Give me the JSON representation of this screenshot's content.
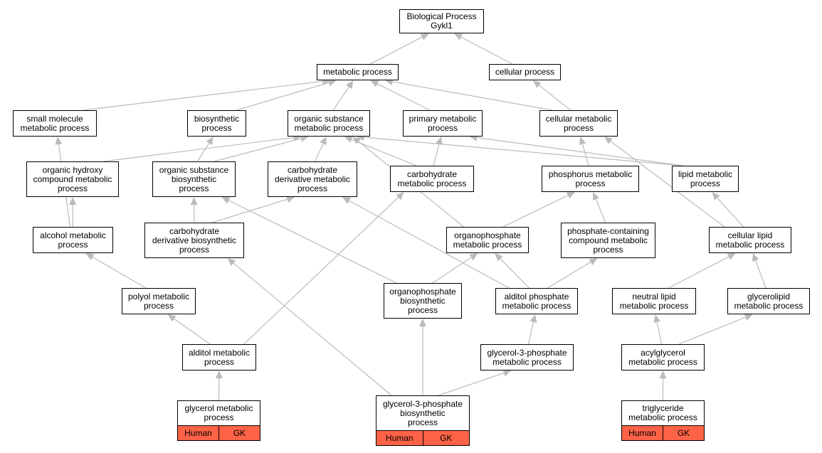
{
  "diagram": {
    "edge_color": "#bbbbbb",
    "tag_color": "#ff6347",
    "nodes": [
      {
        "id": "root",
        "label": "Biological Process\nGykl1"
      },
      {
        "id": "metabolic",
        "label": "metabolic process"
      },
      {
        "id": "cellular",
        "label": "cellular process"
      },
      {
        "id": "small_mol",
        "label": "small molecule\nmetabolic process"
      },
      {
        "id": "biosynthetic",
        "label": "biosynthetic\nprocess"
      },
      {
        "id": "org_sub_met",
        "label": "organic substance\nmetabolic process"
      },
      {
        "id": "primary_met",
        "label": "primary metabolic\nprocess"
      },
      {
        "id": "cell_met",
        "label": "cellular metabolic\nprocess"
      },
      {
        "id": "org_hydroxy",
        "label": "organic hydroxy\ncompound metabolic\nprocess"
      },
      {
        "id": "org_sub_bio",
        "label": "organic substance\nbiosynthetic\nprocess"
      },
      {
        "id": "carb_deriv_met",
        "label": "carbohydrate\nderivative metabolic\nprocess"
      },
      {
        "id": "carb_met",
        "label": "carbohydrate\nmetabolic process"
      },
      {
        "id": "phos_met",
        "label": "phosphorus metabolic\nprocess"
      },
      {
        "id": "lipid_met",
        "label": "lipid metabolic\nprocess"
      },
      {
        "id": "alcohol_met",
        "label": "alcohol metabolic\nprocess"
      },
      {
        "id": "carb_deriv_bio",
        "label": "carbohydrate\nderivative biosynthetic\nprocess"
      },
      {
        "id": "orgphos_met",
        "label": "organophosphate\nmetabolic process"
      },
      {
        "id": "phos_contain",
        "label": "phosphate-containing\ncompound metabolic\nprocess"
      },
      {
        "id": "cell_lipid",
        "label": "cellular lipid\nmetabolic process"
      },
      {
        "id": "polyol",
        "label": "polyol metabolic\nprocess"
      },
      {
        "id": "orgphos_bio",
        "label": "organophosphate\nbiosynthetic\nprocess"
      },
      {
        "id": "alditol_phos",
        "label": "alditol phosphate\nmetabolic process"
      },
      {
        "id": "neutral_lipid",
        "label": "neutral lipid\nmetabolic process"
      },
      {
        "id": "glycerolipid",
        "label": "glycerolipid\nmetabolic process"
      },
      {
        "id": "alditol_met",
        "label": "alditol metabolic\nprocess"
      },
      {
        "id": "g3p_met",
        "label": "glycerol-3-phosphate\nmetabolic process"
      },
      {
        "id": "acylglycerol",
        "label": "acylglycerol\nmetabolic process"
      },
      {
        "id": "glycerol_met",
        "label": "glycerol metabolic\nprocess",
        "tags": [
          "Human",
          "GK"
        ]
      },
      {
        "id": "g3p_bio",
        "label": "glycerol-3-phosphate\nbiosynthetic\nprocess",
        "tags": [
          "Human",
          "GK"
        ]
      },
      {
        "id": "triglyceride",
        "label": "triglyceride\nmetabolic process",
        "tags": [
          "Human",
          "GK"
        ]
      }
    ],
    "edges": [
      [
        "metabolic",
        "root"
      ],
      [
        "cellular",
        "root"
      ],
      [
        "small_mol",
        "metabolic"
      ],
      [
        "biosynthetic",
        "metabolic"
      ],
      [
        "org_sub_met",
        "metabolic"
      ],
      [
        "primary_met",
        "metabolic"
      ],
      [
        "cell_met",
        "metabolic"
      ],
      [
        "cell_met",
        "cellular"
      ],
      [
        "org_hydroxy",
        "org_sub_met"
      ],
      [
        "org_sub_bio",
        "biosynthetic"
      ],
      [
        "org_sub_bio",
        "org_sub_met"
      ],
      [
        "carb_deriv_met",
        "org_sub_met"
      ],
      [
        "carb_met",
        "org_sub_met"
      ],
      [
        "carb_met",
        "primary_met"
      ],
      [
        "phos_met",
        "cell_met"
      ],
      [
        "lipid_met",
        "org_sub_met"
      ],
      [
        "lipid_met",
        "primary_met"
      ],
      [
        "alcohol_met",
        "small_mol"
      ],
      [
        "alcohol_met",
        "org_hydroxy"
      ],
      [
        "carb_deriv_bio",
        "org_sub_bio"
      ],
      [
        "carb_deriv_bio",
        "carb_deriv_met"
      ],
      [
        "orgphos_met",
        "org_sub_met"
      ],
      [
        "orgphos_met",
        "phos_met"
      ],
      [
        "phos_contain",
        "phos_met"
      ],
      [
        "cell_lipid",
        "cell_met"
      ],
      [
        "cell_lipid",
        "lipid_met"
      ],
      [
        "polyol",
        "alcohol_met"
      ],
      [
        "orgphos_bio",
        "org_sub_bio"
      ],
      [
        "orgphos_bio",
        "orgphos_met"
      ],
      [
        "alditol_phos",
        "carb_deriv_met"
      ],
      [
        "alditol_phos",
        "orgphos_met"
      ],
      [
        "alditol_phos",
        "phos_contain"
      ],
      [
        "neutral_lipid",
        "cell_lipid"
      ],
      [
        "glycerolipid",
        "cell_lipid"
      ],
      [
        "alditol_met",
        "polyol"
      ],
      [
        "alditol_met",
        "carb_met"
      ],
      [
        "g3p_met",
        "alditol_phos"
      ],
      [
        "acylglycerol",
        "neutral_lipid"
      ],
      [
        "acylglycerol",
        "glycerolipid"
      ],
      [
        "glycerol_met",
        "alditol_met"
      ],
      [
        "g3p_bio",
        "orgphos_bio"
      ],
      [
        "g3p_bio",
        "g3p_met"
      ],
      [
        "g3p_bio",
        "carb_deriv_bio"
      ],
      [
        "triglyceride",
        "acylglycerol"
      ]
    ]
  }
}
